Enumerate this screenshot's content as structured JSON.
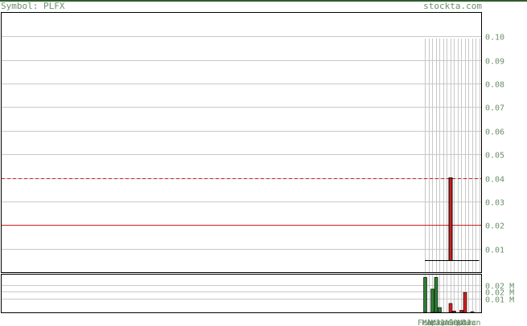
{
  "header": {
    "symbol_label": "Symbol: PLFX",
    "watermark": "stockta.com"
  },
  "colors": {
    "frame": "#000000",
    "grid": "#c8c8c8",
    "axis_text": "#6b8f6b",
    "up": "#2e7d32",
    "down": "#cc1f1f",
    "avg_line": "#cc1f1f"
  },
  "chart_data": [
    {
      "type": "candlestick",
      "title": "",
      "ylim": [
        0,
        0.11
      ],
      "yticks": [
        "0.10",
        "0.09",
        "0.08",
        "0.07",
        "0.06",
        "0.05",
        "0.04",
        "0.03",
        "0.02",
        "0.01"
      ],
      "ytick_values": [
        0.1,
        0.09,
        0.08,
        0.07,
        0.06,
        0.05,
        0.04,
        0.03,
        0.02,
        0.01
      ],
      "reference_lines": [
        {
          "value": 0.04,
          "style": "dashed"
        },
        {
          "value": 0.02,
          "style": "solid"
        }
      ],
      "close_line": [
        0.0005,
        0.0005,
        0.0005,
        0.0005,
        0.0005,
        0.0005,
        0.0005,
        0.0005,
        0.0005,
        0.0005,
        0.0005,
        0.0005,
        0.0005,
        0.0005,
        0.0005,
        0.0005
      ],
      "spike": {
        "index": 7,
        "open": 0.04,
        "close": 0.0005
      },
      "grid": true
    },
    {
      "type": "bar",
      "title": "",
      "ylim": [
        0,
        0.0275
      ],
      "yticks": [
        "0.02 M",
        "0.02 M",
        "0.01 M"
      ],
      "ytick_values": [
        0.02,
        0.015,
        0.01
      ],
      "volumes": [
        0.0255,
        0.0,
        0.017,
        0.0255,
        0.0035,
        0.0,
        0.0,
        0.0065,
        0.001,
        0.0,
        0.0015,
        0.0145,
        0.0,
        0.0005,
        0.0,
        0.0
      ],
      "up": [
        true,
        false,
        true,
        true,
        true,
        false,
        false,
        false,
        false,
        false,
        false,
        false,
        false,
        false,
        false,
        false
      ],
      "grid": true
    }
  ],
  "x_labels": [
    "Feb",
    "Mar",
    "Apr",
    "May",
    "Jun",
    "Jul",
    "Aug",
    "Sep",
    "Oct",
    "Nov",
    "Dec",
    "Jan"
  ]
}
